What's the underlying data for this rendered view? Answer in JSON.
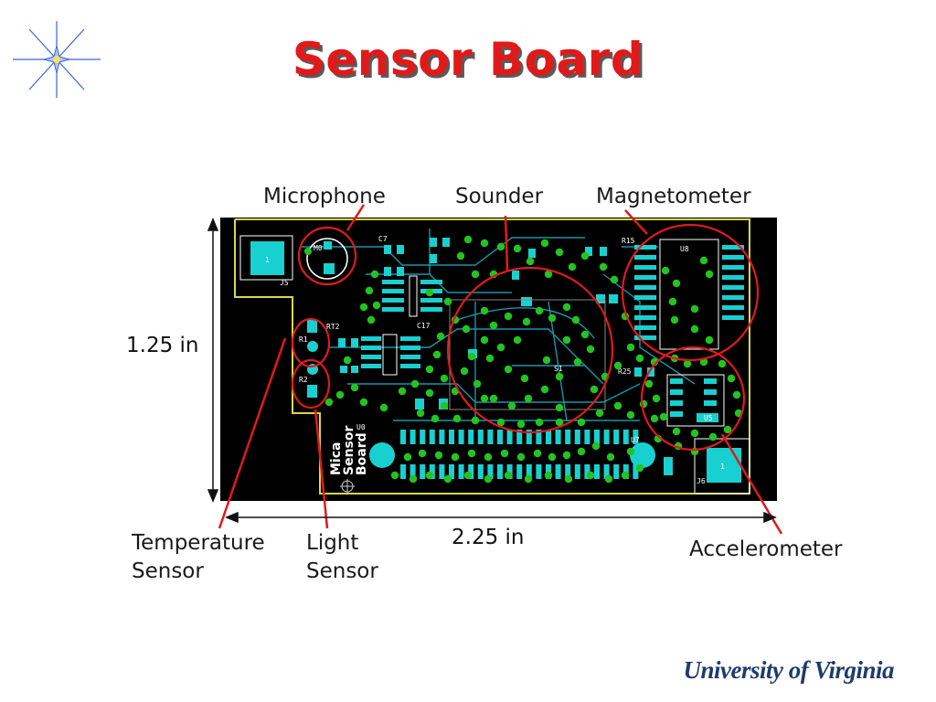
{
  "slide": {
    "title": "Sensor Board",
    "footer_logo": "University of Virginia"
  },
  "labels": {
    "microphone": "Microphone",
    "sounder": "Sounder",
    "magnetometer": "Magnetometer",
    "temperature_line1": "Temperature",
    "temperature_line2": "Sensor",
    "light_line1": "Light",
    "light_line2": "Sensor",
    "accelerometer": "Accelerometer"
  },
  "dimensions": {
    "height": "1.25 in",
    "width": "2.25 in"
  },
  "board_silkscreen": {
    "j5_pad": "1",
    "j5": "J5",
    "j6_pad": "1",
    "j6": "J6",
    "m0": "M0",
    "r1": "R1",
    "r2": "R2",
    "rt2": "RT2",
    "u0": "U0",
    "u7": "U7",
    "u8": "U8",
    "u5": "U5",
    "s1": "S1",
    "c7": "C7",
    "c17": "C17",
    "r15": "R15",
    "r25": "R25",
    "board_name": [
      "Mica",
      "Sensor",
      "Board"
    ]
  },
  "colors": {
    "title": "#e01a1a",
    "annotation": "#e01a1a",
    "board": "#000000",
    "pad": "#19d0d0",
    "via": "#22c41f",
    "outline": "#d8d84a"
  }
}
